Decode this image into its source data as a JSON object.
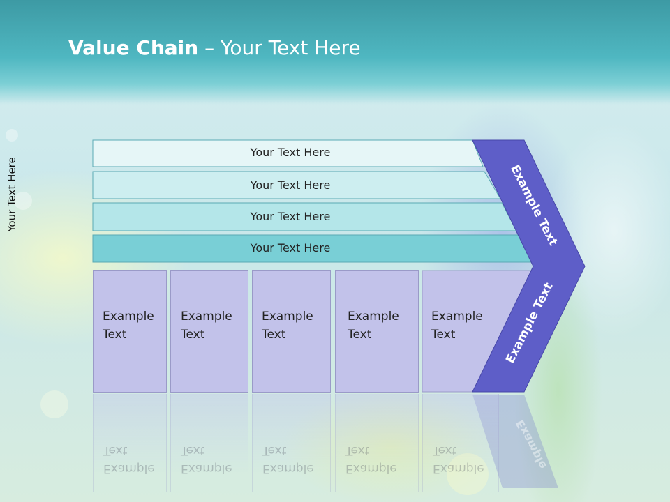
{
  "slide": {
    "title_bold": "Value Chain",
    "title_rest": " – Your Text Here",
    "side_label": "Your Text Here",
    "bars": [
      {
        "label": "Your Text Here"
      },
      {
        "label": "Your Text Here"
      },
      {
        "label": "Your Text Here"
      },
      {
        "label": "Your Text Here"
      }
    ],
    "columns": [
      {
        "label": "Example\nText"
      },
      {
        "label": "Example\nText"
      },
      {
        "label": "Example\nText"
      },
      {
        "label": "Example\nText"
      },
      {
        "label": "Example\nText"
      }
    ],
    "chevron_upper": "Example Text",
    "chevron_lower": "Example Text",
    "reflection_text": "Example",
    "colors": {
      "chevron": "#5e5ec8",
      "column_fill": "#c2c2ea",
      "bar_fills": [
        "#e6f6f7",
        "#cdeef0",
        "#b4e6e9",
        "#79cfd6"
      ]
    }
  }
}
